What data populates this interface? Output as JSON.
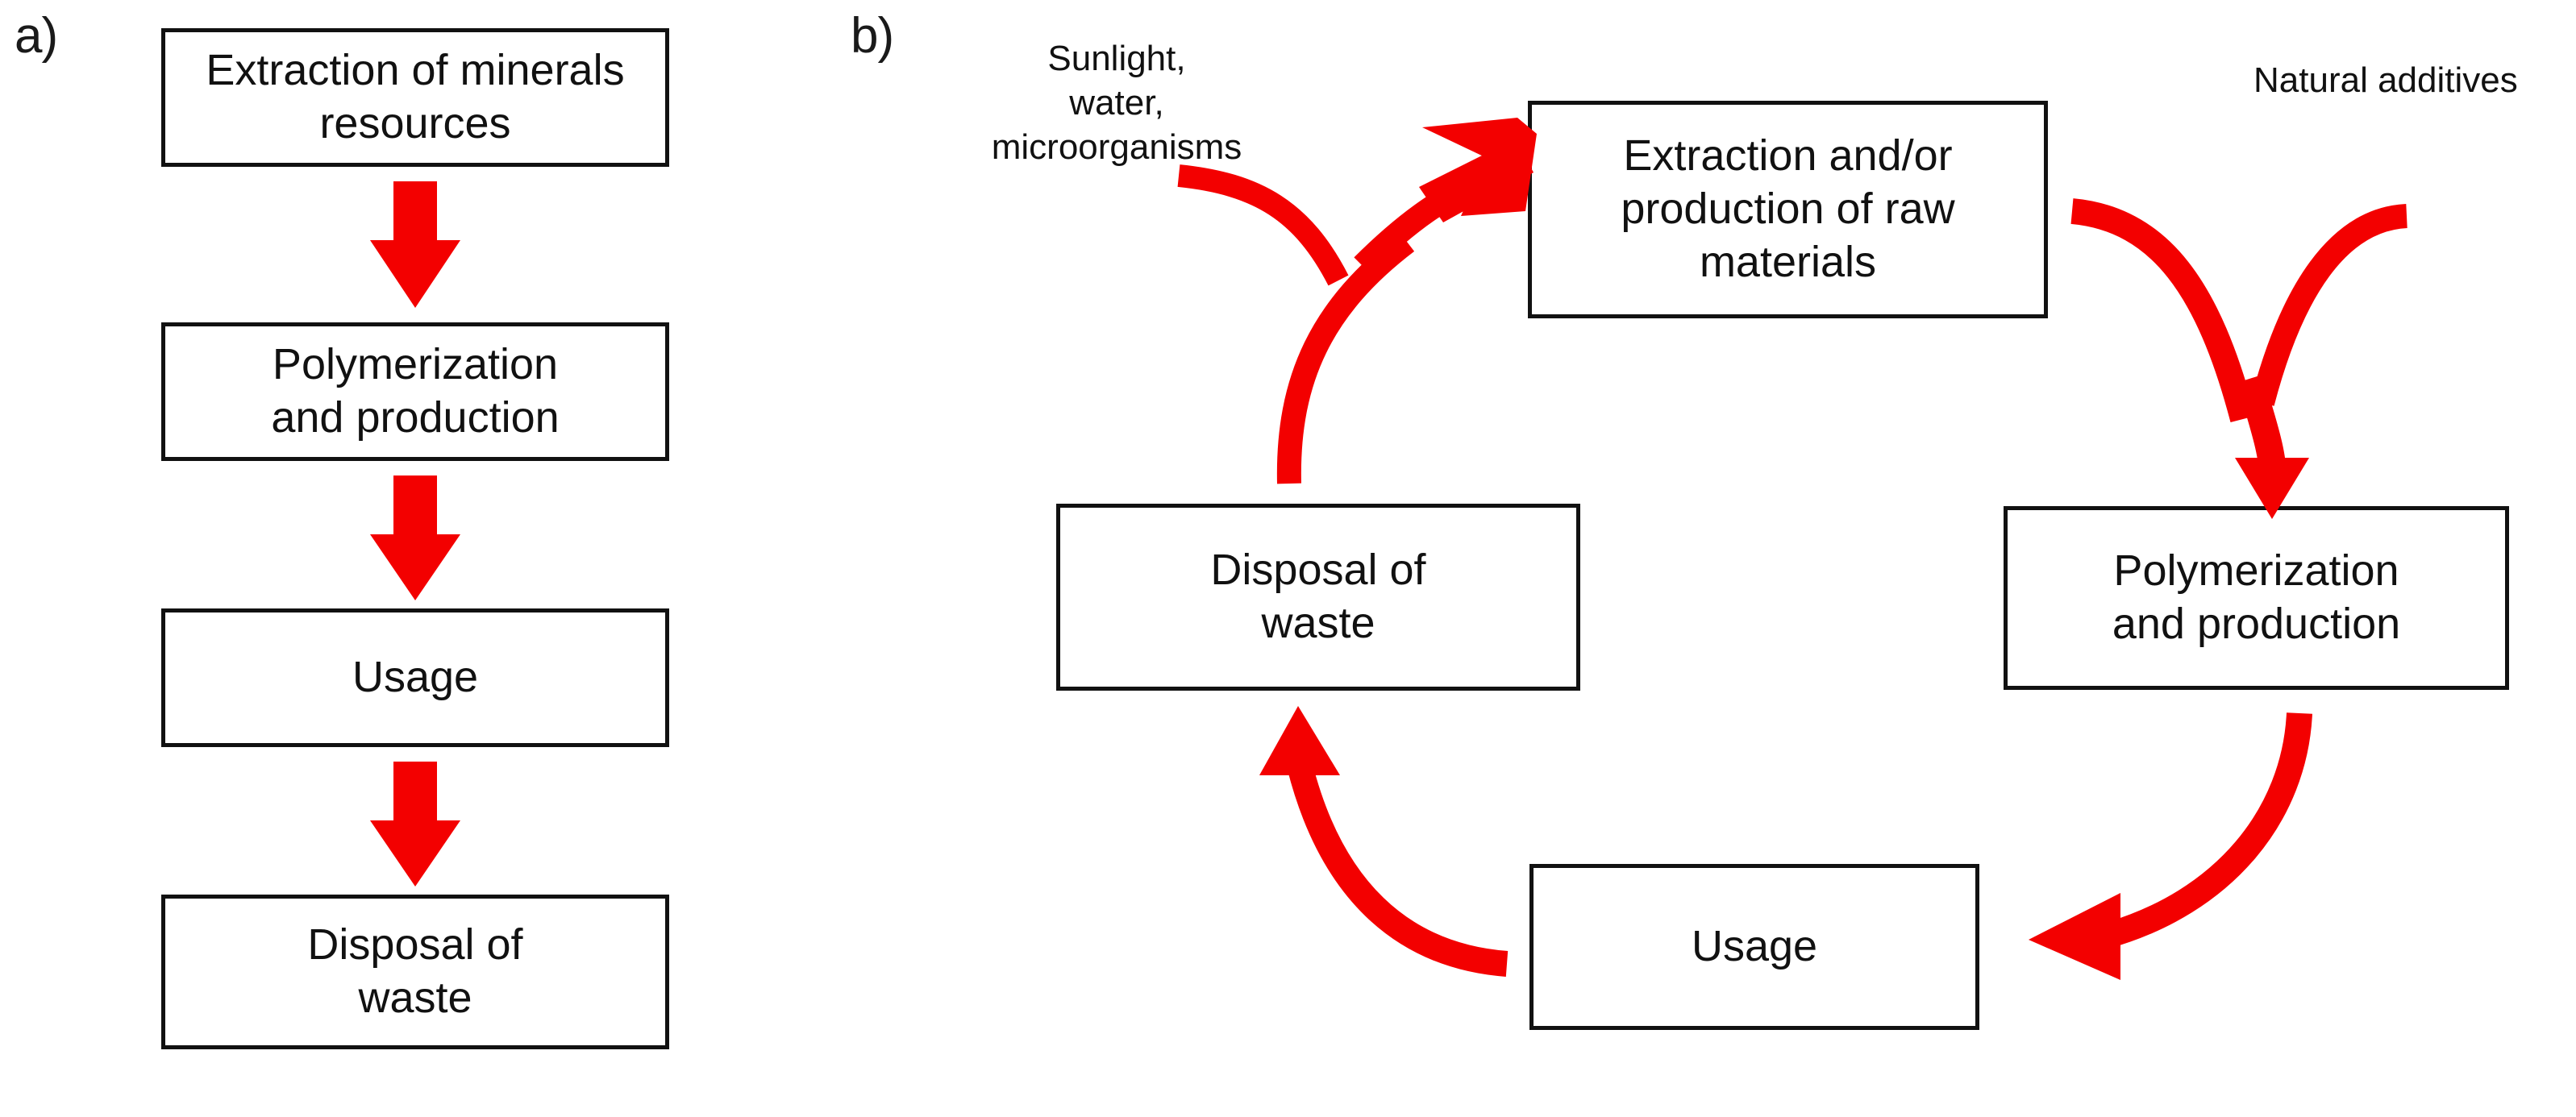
{
  "figure": {
    "background_color": "#ffffff",
    "arrow_color": "#f30000",
    "box_border_color": "#111111",
    "text_color": "#111111"
  },
  "panel_a": {
    "label": "a)",
    "type": "linear-flow",
    "boxes": [
      {
        "id": "extraction-minerals",
        "text": "Extraction of minerals\nresources"
      },
      {
        "id": "polymerization-production",
        "text": "Polymerization\nand production"
      },
      {
        "id": "usage",
        "text": "Usage"
      },
      {
        "id": "disposal-waste",
        "text": "Disposal of\nwaste"
      }
    ],
    "arrows": [
      {
        "id": "arrow-a-1",
        "from": "extraction-minerals",
        "to": "polymerization-production",
        "direction": "down",
        "style": "straight-block"
      },
      {
        "id": "arrow-a-2",
        "from": "polymerization-production",
        "to": "usage",
        "direction": "down",
        "style": "straight-block"
      },
      {
        "id": "arrow-a-3",
        "from": "usage",
        "to": "disposal-waste",
        "direction": "down",
        "style": "straight-block"
      }
    ]
  },
  "panel_b": {
    "label": "b)",
    "type": "cyclic-flow",
    "boxes": [
      {
        "id": "extraction-raw-materials",
        "text": "Extraction and/or\nproduction of raw\nmaterials"
      },
      {
        "id": "polymerization-production",
        "text": "Polymerization\nand production"
      },
      {
        "id": "usage",
        "text": "Usage"
      },
      {
        "id": "disposal-waste",
        "text": "Disposal of\nwaste"
      }
    ],
    "annotations": [
      {
        "id": "sunlight-inputs",
        "text": "Sunlight,\nwater, microorganisms"
      },
      {
        "id": "natural-additives",
        "text": "Natural additives"
      }
    ],
    "arrows": [
      {
        "id": "arrow-b-disposal-to-extraction",
        "from": "disposal-waste",
        "to": "extraction-raw-materials",
        "direction": "curved-up-right",
        "style": "forked-curve",
        "merged_input": "sunlight-inputs"
      },
      {
        "id": "arrow-b-extraction-to-polymerization",
        "from": "extraction-raw-materials",
        "to": "polymerization-production",
        "direction": "curved-down-right",
        "style": "forked-curve",
        "merged_input": "natural-additives"
      },
      {
        "id": "arrow-b-polymerization-to-usage",
        "from": "polymerization-production",
        "to": "usage",
        "direction": "curved-down-left",
        "style": "curve"
      },
      {
        "id": "arrow-b-usage-to-disposal",
        "from": "usage",
        "to": "disposal-waste",
        "direction": "curved-up-left",
        "style": "curve"
      }
    ]
  }
}
